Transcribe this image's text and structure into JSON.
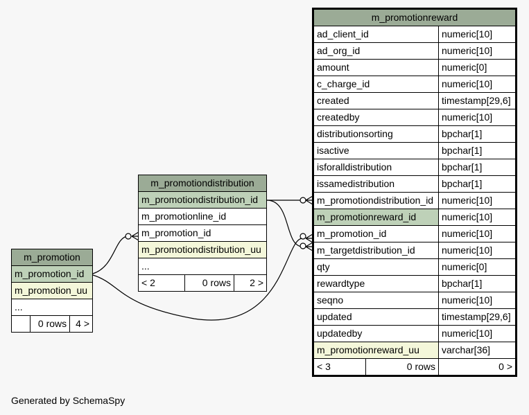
{
  "footer": "Generated by SchemaSpy",
  "tables": {
    "m_promotion": {
      "name": "m_promotion",
      "columns": [
        {
          "name": "m_promotion_id",
          "kind": "pk"
        },
        {
          "name": "m_promotion_uu",
          "kind": "index"
        },
        {
          "name": "...",
          "kind": "plain"
        }
      ],
      "footer": {
        "parents": "",
        "rows": "0 rows",
        "children": "4 >"
      }
    },
    "m_promotiondistribution": {
      "name": "m_promotiondistribution",
      "columns": [
        {
          "name": "m_promotiondistribution_id",
          "kind": "pk"
        },
        {
          "name": "m_promotionline_id",
          "kind": "plain"
        },
        {
          "name": "m_promotion_id",
          "kind": "plain"
        },
        {
          "name": "m_promotiondistribution_uu",
          "kind": "index"
        },
        {
          "name": "...",
          "kind": "plain"
        }
      ],
      "footer": {
        "parents": "< 2",
        "rows": "0 rows",
        "children": "2 >"
      }
    },
    "m_promotionreward": {
      "name": "m_promotionreward",
      "columns": [
        {
          "name": "ad_client_id",
          "type": "numeric[10]",
          "kind": "plain"
        },
        {
          "name": "ad_org_id",
          "type": "numeric[10]",
          "kind": "plain"
        },
        {
          "name": "amount",
          "type": "numeric[0]",
          "kind": "plain"
        },
        {
          "name": "c_charge_id",
          "type": "numeric[10]",
          "kind": "plain"
        },
        {
          "name": "created",
          "type": "timestamp[29,6]",
          "kind": "plain"
        },
        {
          "name": "createdby",
          "type": "numeric[10]",
          "kind": "plain"
        },
        {
          "name": "distributionsorting",
          "type": "bpchar[1]",
          "kind": "plain"
        },
        {
          "name": "isactive",
          "type": "bpchar[1]",
          "kind": "plain"
        },
        {
          "name": "isforalldistribution",
          "type": "bpchar[1]",
          "kind": "plain"
        },
        {
          "name": "issamedistribution",
          "type": "bpchar[1]",
          "kind": "plain"
        },
        {
          "name": "m_promotiondistribution_id",
          "type": "numeric[10]",
          "kind": "plain"
        },
        {
          "name": "m_promotionreward_id",
          "type": "numeric[10]",
          "kind": "pk"
        },
        {
          "name": "m_promotion_id",
          "type": "numeric[10]",
          "kind": "plain"
        },
        {
          "name": "m_targetdistribution_id",
          "type": "numeric[10]",
          "kind": "plain"
        },
        {
          "name": "qty",
          "type": "numeric[0]",
          "kind": "plain"
        },
        {
          "name": "rewardtype",
          "type": "bpchar[1]",
          "kind": "plain"
        },
        {
          "name": "seqno",
          "type": "numeric[10]",
          "kind": "plain"
        },
        {
          "name": "updated",
          "type": "timestamp[29,6]",
          "kind": "plain"
        },
        {
          "name": "updatedby",
          "type": "numeric[10]",
          "kind": "plain"
        },
        {
          "name": "m_promotionreward_uu",
          "type": "varchar[36]",
          "kind": "index"
        }
      ],
      "footer": {
        "parents": "< 3",
        "rows": "0 rows",
        "children": "0 >"
      }
    }
  },
  "colors": {
    "title_bg": "#9bab96",
    "pk_bg": "#bed1b8",
    "index_bg": "#f4f7da",
    "background": "#f7f7f7"
  }
}
